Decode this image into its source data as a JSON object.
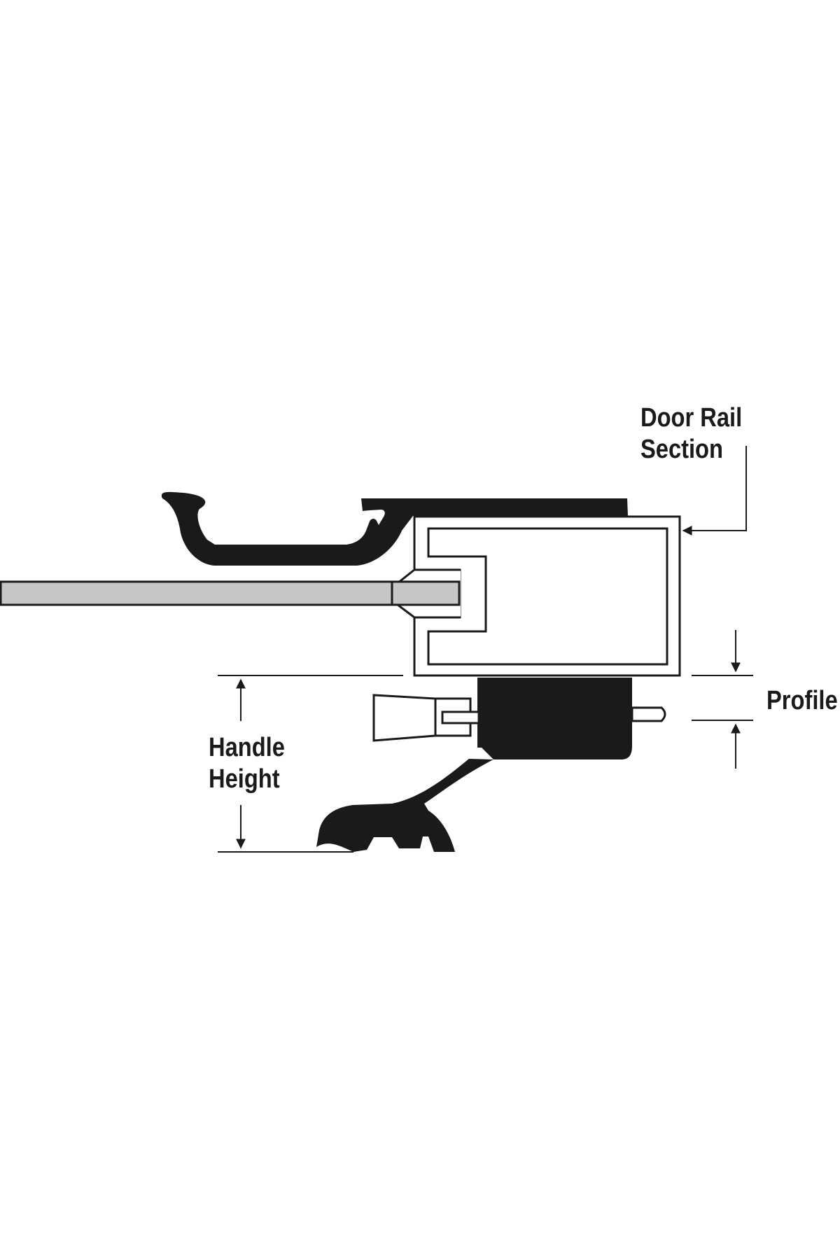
{
  "labels": {
    "door_rail_line1": "Door Rail",
    "door_rail_line2": "Section",
    "profile": "Profile",
    "handle_line1": "Handle",
    "handle_line2": "Height"
  },
  "colors": {
    "background": "#ffffff",
    "ink": "#1a1a1a",
    "glass": "#c6c6c6"
  }
}
